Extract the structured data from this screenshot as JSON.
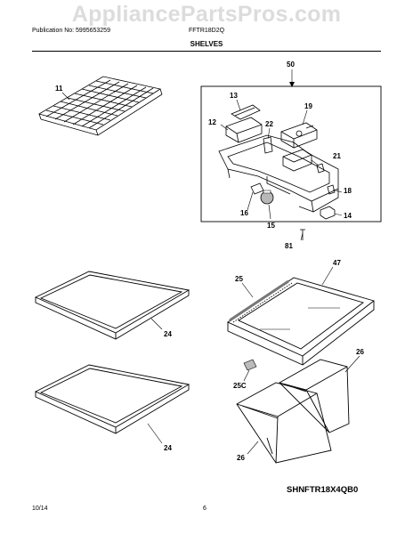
{
  "watermark": "AppliancePartsPros.com",
  "header": {
    "publication": "Publication No: 5995653259",
    "model": "FFTR18D2Q",
    "title": "SHELVES"
  },
  "callouts": {
    "c11": "11",
    "c50": "50",
    "c13": "13",
    "c12": "12",
    "c22": "22",
    "c19": "19",
    "c21": "21",
    "c18": "18",
    "c16": "16",
    "c15": "15",
    "c14": "14",
    "c81": "81",
    "c47": "47",
    "c25": "25",
    "c24a": "24",
    "c24b": "24",
    "c25c": "25C",
    "c26a": "26",
    "c26b": "26"
  },
  "diagram_code": "SHNFTR18X4QB0",
  "footer": {
    "date": "10/14",
    "page": "6"
  }
}
